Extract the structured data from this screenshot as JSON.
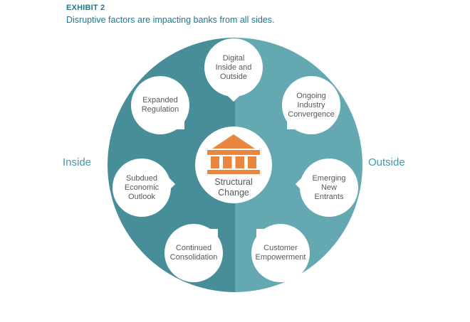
{
  "header": {
    "exhibit": "EXHIBIT 2",
    "title": "Disruptive factors are impacting banks from all sides."
  },
  "diagram": {
    "left_label": "Inside",
    "right_label": "Outside",
    "center": {
      "label": "Structural\nChange",
      "icon": "bank-icon"
    },
    "factors": [
      {
        "side": "both",
        "label": "Digital\nInside and\nOutside"
      },
      {
        "side": "inside",
        "label": "Expanded\nRegulation"
      },
      {
        "side": "outside",
        "label": "Ongoing\nIndustry\nConvergence"
      },
      {
        "side": "inside",
        "label": "Subdued\nEconomic\nOutlook"
      },
      {
        "side": "outside",
        "label": "Emerging\nNew\nEntrants"
      },
      {
        "side": "inside",
        "label": "Continued\nConsolidation"
      },
      {
        "side": "outside",
        "label": "Customer\nEmpowerment"
      }
    ],
    "colors": {
      "inside_half": "#478e98",
      "outside_half": "#64a9b2",
      "accent_orange": "#e8873d",
      "header_teal": "#1a7a8e",
      "label_teal": "#4898a8",
      "bubble_text": "#57585a"
    }
  }
}
